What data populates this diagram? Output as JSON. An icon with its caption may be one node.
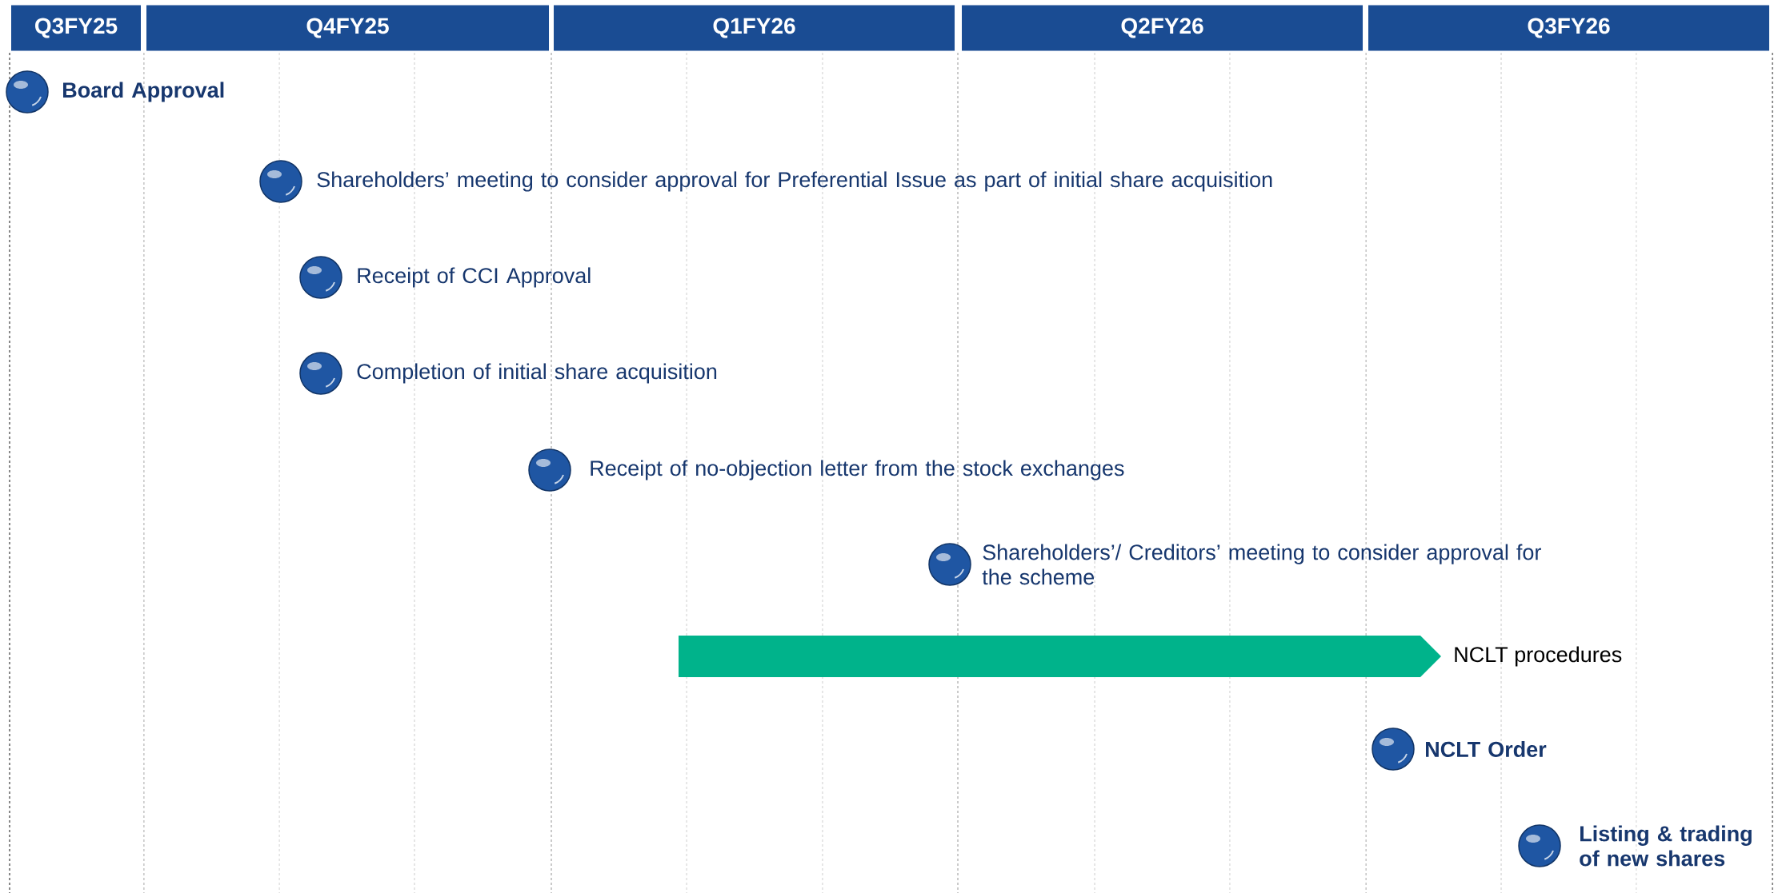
{
  "diagram": {
    "nodes": [
      {
        "text": [
          "Q3FY25"
        ]
      },
      {
        "text": [
          "Q4FY25"
        ]
      },
      {
        "text": [
          "Q1FY26"
        ]
      },
      {
        "text": [
          "Q2FY26"
        ]
      },
      {
        "text": [
          "Q3FY26"
        ]
      },
      {
        "text": [],
        "shape": "circle",
        "beside": [
          "Board Approval"
        ]
      },
      {
        "text": [],
        "shape": "circle",
        "beside": [
          "Shareholders’ meeting to consider approval for Preferential Issue as part of initial share acquisition"
        ]
      },
      {
        "text": [],
        "shape": "circle",
        "beside": [
          "Receipt of CCI Approval"
        ]
      },
      {
        "text": [],
        "shape": "circle",
        "beside": [
          "Completion of initial share acquisition"
        ]
      },
      {
        "text": [],
        "shape": "circle",
        "beside": [
          "Receipt of no-objection letter from the stock exchanges"
        ]
      },
      {
        "text": [],
        "shape": "circle",
        "beside": [
          "Shareholders’/ Creditors’ meeting to consider approval for the scheme"
        ]
      },
      {
        "text": [],
        "shape": "bar",
        "beside": [
          "NCLT procedures"
        ]
      },
      {
        "text": [],
        "shape": "circle",
        "beside": [
          "NCLT Order"
        ]
      },
      {
        "text": [],
        "shape": "circle",
        "beside": [
          "Listing & trading of new shares"
        ]
      }
    ],
    "edges": []
  }
}
